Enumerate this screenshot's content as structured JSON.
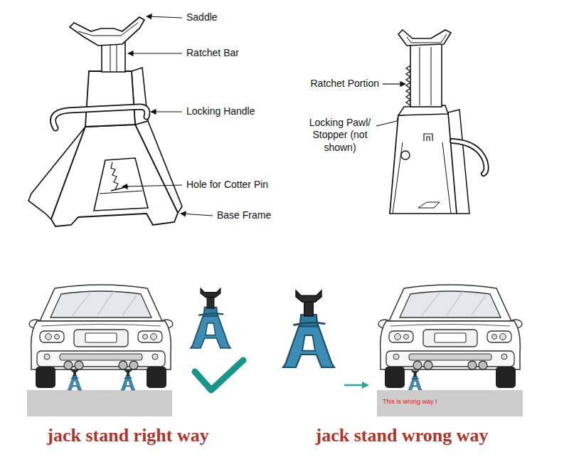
{
  "diagram": {
    "nodes": [
      {
        "text": [
          "This is wrong way !"
        ]
      }
    ],
    "labels": [
      "Saddle",
      "Ratchet Bar",
      "Locking Handle",
      "Hole for Cotter Pin",
      "Base Frame",
      "Ratchet Portion",
      "Locking Pawl/ Stopper (not shown)",
      "jack stand right way",
      "jack stand wrong way"
    ]
  }
}
